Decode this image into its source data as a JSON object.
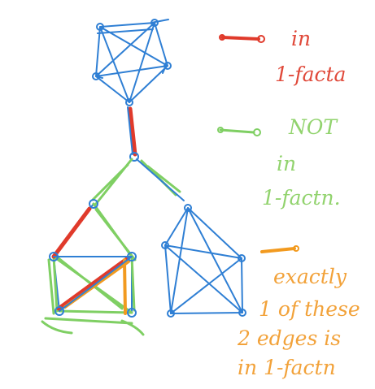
{
  "legend": {
    "red": {
      "color": "#e03a2b",
      "lines": [
        "in",
        "1-facta"
      ]
    },
    "green": {
      "color": "#7fcf63",
      "lines": [
        "NOT",
        "in",
        "1-factn."
      ]
    },
    "orange": {
      "color": "#f29a1f",
      "lines": [
        "exactly",
        "1 of these",
        "2 edges is",
        "in 1-factn"
      ]
    }
  },
  "edge_colors": {
    "graph": "#2f7fd4",
    "in_factor": "#e03a2b",
    "not_in_factor": "#7fcf63",
    "exactly_one": "#f29a1f"
  }
}
